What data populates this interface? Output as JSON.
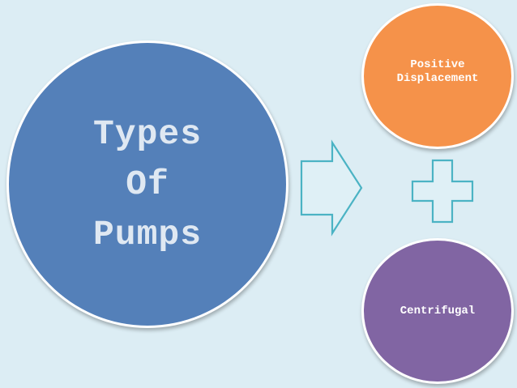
{
  "diagram": {
    "main": {
      "label": "Types\nOf\nPumps",
      "color": "#5480b9"
    },
    "nodes": [
      {
        "label": "Positive\nDisplacement",
        "color": "#f5924a"
      },
      {
        "label": "Centrifugal",
        "color": "#8165a3"
      }
    ],
    "connector": {
      "type": "arrow",
      "color": "#dff0f6",
      "stroke": "#4bb3c4"
    },
    "operator": {
      "type": "plus",
      "color": "#dff0f6",
      "stroke": "#4bb3c4"
    }
  }
}
